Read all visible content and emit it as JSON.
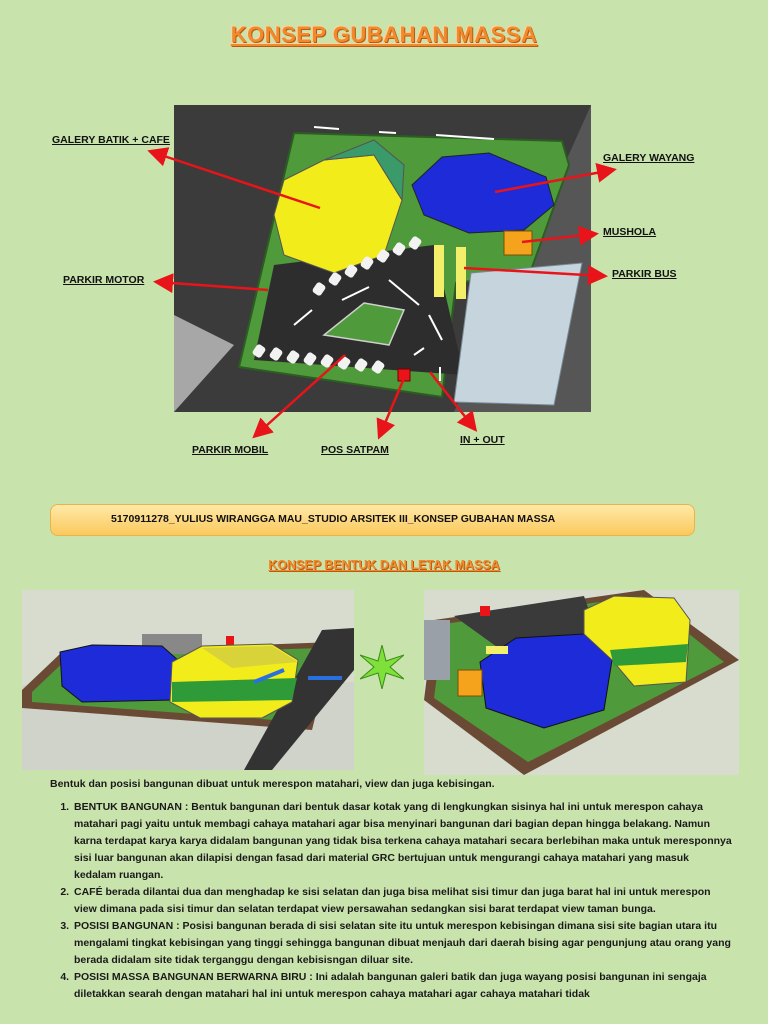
{
  "page": {
    "title": "KONSEP GUBAHAN MASSA",
    "banner": "5170911278_YULIUS WIRANGGA MAU_STUDIO ARSITEK III_KONSEP GUBAHAN MASSA",
    "subtitle": "KONSEP BENTUK DAN LETAK MASSA",
    "intro": "Bentuk dan posisi bangunan dibuat untuk merespon matahari, view dan juga kebisingan."
  },
  "labels": {
    "galery_batik": "GALERY BATIK + CAFE",
    "galery_wayang": "GALERY  WAYANG",
    "mushola": "MUSHOLA",
    "parkir_motor": "PARKIR MOTOR",
    "parkir_bus": "PARKIR BUS",
    "parkir_mobil": "PARKIR MOBIL",
    "pos_satpam": "POS SATPAM",
    "in_out": "IN + OUT"
  },
  "points": [
    "BENTUK BANGUNAN : Bentuk bangunan dari bentuk dasar kotak yang di lengkungkan sisinya hal ini untuk merespon cahaya matahari pagi yaitu untuk membagi cahaya matahari agar bisa menyinari bangunan dari bagian depan hingga belakang. Namun karna terdapat karya karya didalam bangunan yang tidak bisa terkena cahaya matahari secara berlebihan maka untuk meresponnya sisi luar bangunan akan dilapisi dengan fasad dari material GRC bertujuan untuk mengurangi cahaya matahari yang masuk kedalam ruangan.",
    "CAFÉ berada dilantai dua dan menghadap ke sisi selatan dan juga bisa melihat sisi timur dan juga barat hal ini untuk merespon view dimana pada sisi timur dan selatan terdapat view persawahan sedangkan sisi barat terdapat view taman bunga.",
    "POSISI BANGUNAN : Posisi bangunan berada di sisi selatan site itu untuk merespon kebisingan dimana sisi site bagian utara itu mengalami tingkat kebisingan yang tinggi sehingga bangunan dibuat menjauh dari daerah bising agar pengunjung atau orang yang berada didalam site tidak terganggu dengan kebisisngan diluar site.",
    "POSISI MASSA BANGUNAN BERWARNA BIRU : Ini adalah bangunan galeri batik dan juga wayang posisi bangunan ini sengaja diletakkan searah dengan matahari hal ini untuk merespon cahaya matahari agar cahaya matahari tidak"
  ],
  "colors": {
    "background": "#c9e3ad",
    "title": "#f08a2c",
    "arrow": "#e8141a",
    "yellow_mass": "#f2ec1a",
    "blue_mass": "#1e2bd8",
    "green_roof": "#3a9a6a",
    "orange_mass": "#f5a21c",
    "site_green": "#4f9a3a",
    "road": "#3c3c3c"
  }
}
